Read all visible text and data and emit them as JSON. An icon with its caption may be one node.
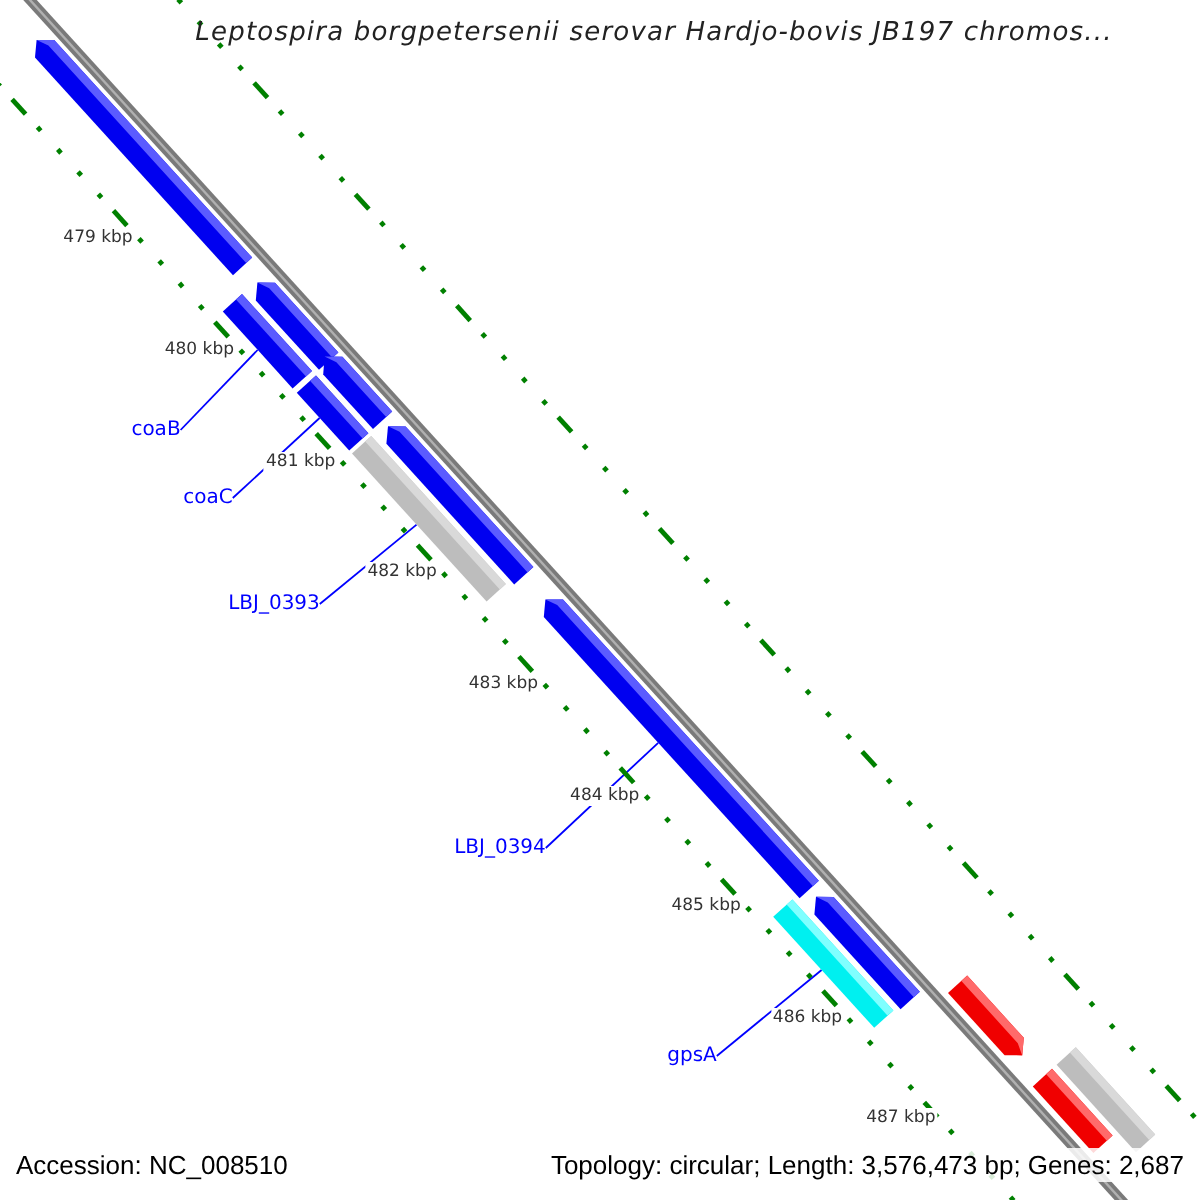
{
  "diagram": {
    "title": "Leptospira borgpetersenii serovar Hardjo-bovis JB197 chromos...",
    "nodes": [
      {
        "text": [
          "coaB"
        ]
      },
      {
        "text": [
          "coaC"
        ]
      },
      {
        "text": [
          "LBJ_0393"
        ]
      },
      {
        "text": [
          "LBJ_0394"
        ]
      },
      {
        "text": [
          "gpsA"
        ]
      },
      {
        "text": [],
        "shape": "bar"
      },
      {
        "text": [],
        "shape": "bar"
      },
      {
        "text": [],
        "shape": "bar"
      },
      {
        "text": [],
        "shape": "bar"
      },
      {
        "text": [],
        "shape": "bar"
      },
      {
        "text": [],
        "shape": "bar"
      },
      {
        "text": [],
        "shape": "bar"
      },
      {
        "text": [],
        "shape": "bar"
      },
      {
        "text": [],
        "shape": "bar"
      },
      {
        "text": [],
        "shape": "bar"
      },
      {
        "text": [],
        "shape": "bar"
      },
      {
        "text": [],
        "shape": "bar"
      },
      {
        "text": [],
        "shape": "bar"
      }
    ],
    "edges": [
      {
        "from": 0,
        "to": 7,
        "arrow": "none"
      },
      {
        "from": 1,
        "to": 8,
        "arrow": "none"
      },
      {
        "from": 2,
        "to": 10,
        "arrow": "none"
      },
      {
        "from": 3,
        "to": 12,
        "arrow": "none"
      },
      {
        "from": 4,
        "to": 14,
        "arrow": "none"
      }
    ],
    "labels": [
      "479 kbp",
      "480 kbp",
      "481 kbp",
      "482 kbp",
      "483 kbp",
      "484 kbp",
      "485 kbp",
      "486 kbp",
      "487 kbp",
      "Accession: NC_008510",
      "Topology: circular; Length: 3,576,473 bp; Genes: 2,687"
    ]
  }
}
